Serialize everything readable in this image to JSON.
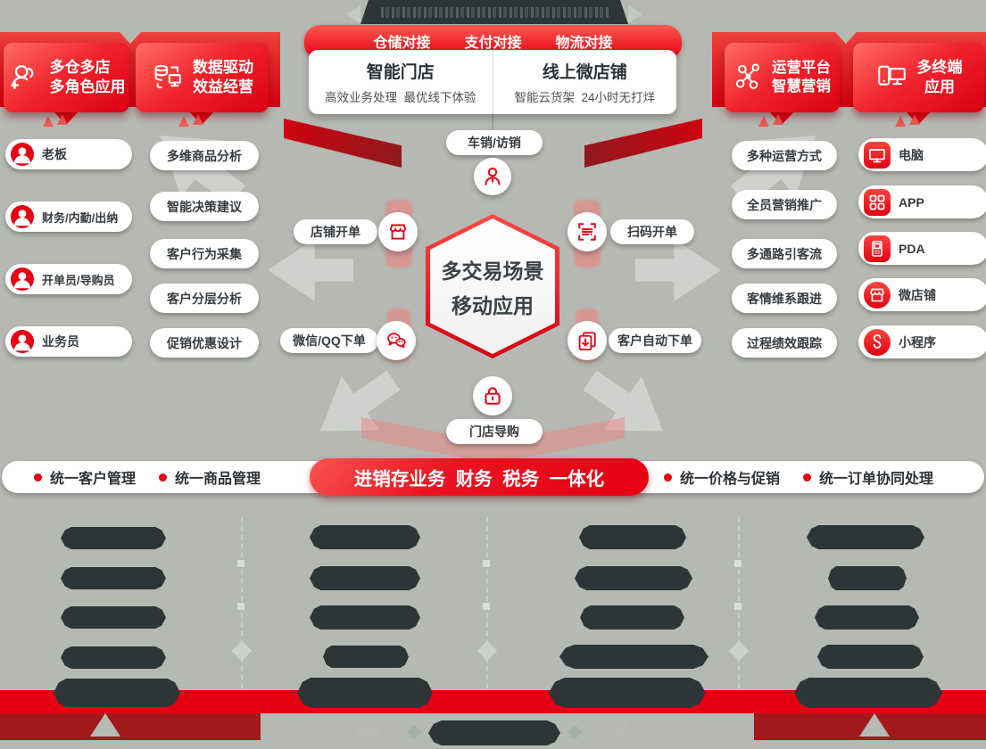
{
  "colors": {
    "background": "#b5b8b3",
    "accent_red": "#e60012",
    "dark_red": "#a2191c",
    "blob_dark": "#2e3536"
  },
  "top_tabs": {
    "items": [
      "仓储对接",
      "支付对接",
      "物流对接"
    ]
  },
  "top_panels": {
    "left": {
      "title": "智能门店",
      "subtitle": "高效业务处理  最优线下体验"
    },
    "right": {
      "title": "线上微店铺",
      "subtitle": "智能云货架  24小时无打烊"
    }
  },
  "headers": {
    "multi_store": {
      "line1": "多仓多店",
      "line2": "多角色应用",
      "icon": "users-plus-icon"
    },
    "data_driven": {
      "line1": "数据驱动",
      "line2": "效益经营",
      "icon": "database-monitor-icon"
    },
    "operation": {
      "line1": "运营平台",
      "line2": "智慧营销",
      "icon": "network-nodes-icon"
    },
    "terminals": {
      "line1": "多终端",
      "line2": "应用",
      "icon": "multi-device-icon"
    }
  },
  "roles": {
    "icon": "user-avatar-icon",
    "items": [
      "老板",
      "财务/内勤/出纳",
      "开单员/导购员",
      "业务员"
    ]
  },
  "data_items": [
    "多维商品分析",
    "智能决策建议",
    "客户行为采集",
    "客户分层分析",
    "促销优惠设计"
  ],
  "operation_items": [
    "多种运营方式",
    "全员营销推广",
    "多通路引客流",
    "客情维系跟进",
    "过程绩效跟踪"
  ],
  "terminals": [
    {
      "label": "电脑",
      "icon": "desktop-icon"
    },
    {
      "label": "APP",
      "icon": "app-grid-icon"
    },
    {
      "label": "PDA",
      "icon": "pda-icon"
    },
    {
      "label": "微店铺",
      "icon": "micro-shop-icon"
    },
    {
      "label": "小程序",
      "icon": "mini-program-icon"
    }
  ],
  "center": {
    "hex_line1": "多交易场景",
    "hex_line2": "移动应用",
    "scenarios": {
      "vehicle": {
        "label": "车销/访销",
        "icon": "salesperson-icon"
      },
      "store_order": {
        "label": "店铺开单",
        "icon": "storefront-icon"
      },
      "scan_order": {
        "label": "扫码开单",
        "icon": "qr-scan-icon"
      },
      "wechat_order": {
        "label": "微信/QQ下单",
        "icon": "wechat-icon"
      },
      "auto_order": {
        "label": "客户自动下单",
        "icon": "auto-order-icon"
      },
      "store_guide": {
        "label": "门店导购",
        "icon": "shopping-bag-icon"
      }
    }
  },
  "unify": {
    "left": [
      "统一客户管理",
      "统一商品管理"
    ],
    "center": "进销存业务  财务  税务  一体化",
    "right": [
      "统一价格与促销",
      "统一订单协同处理"
    ]
  }
}
